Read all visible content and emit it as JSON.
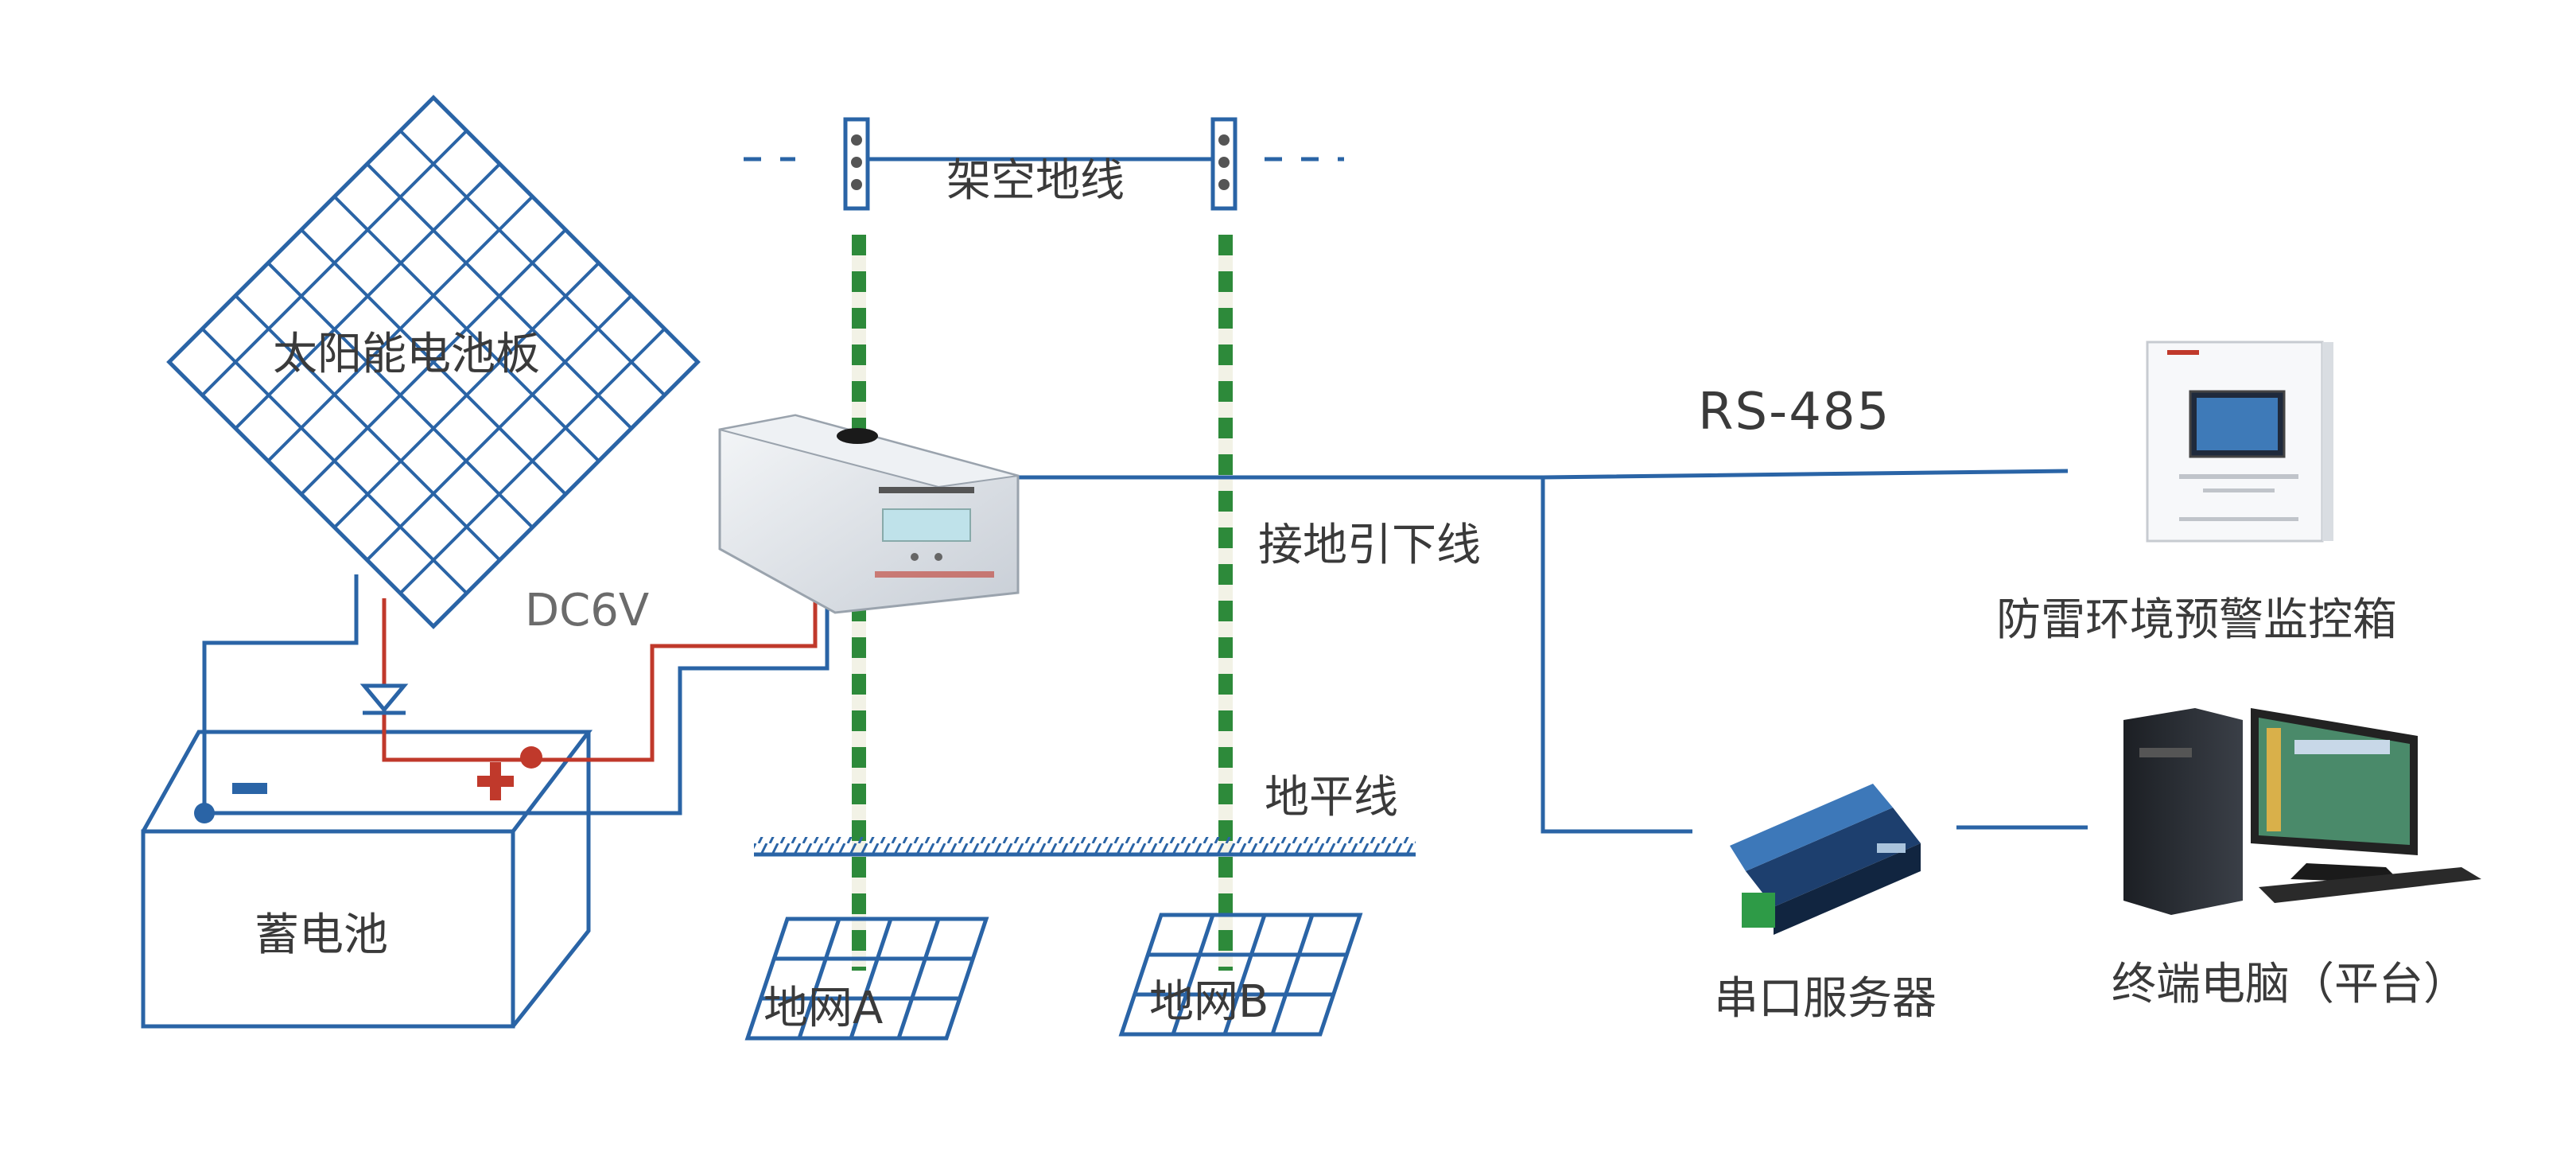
{
  "labels": {
    "solar_panel": "太阳能电池板",
    "dc_voltage": "DC6V",
    "battery": "蓄电池",
    "overhead_ground_wire": "架空地线",
    "down_conductor": "接地引下线",
    "ground_level": "地平线",
    "ground_grid_a": "地网A",
    "ground_grid_b": "地网B",
    "rs485": "RS-485",
    "warning_box": "防雷环境预警监控箱",
    "serial_server": "串口服务器",
    "terminal_pc": "终端电脑（平台）"
  },
  "colors": {
    "line_blue": "#2a64a6",
    "line_red": "#c0392b",
    "conductor_green": "#2d8a3a",
    "conductor_white": "#f2f2e6",
    "text": "#3a3a3a"
  },
  "icons": {
    "battery_negative": "minus-sign",
    "battery_positive": "plus-sign",
    "diode": "diode-symbol"
  }
}
